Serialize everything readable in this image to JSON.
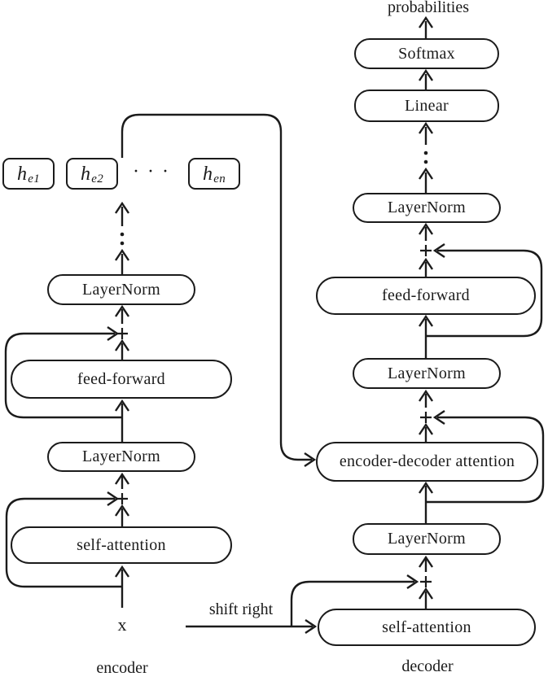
{
  "diagram": {
    "colors": {
      "stroke": "#1b1b1b",
      "background": "#ffffff"
    },
    "encoder": {
      "caption": "encoder",
      "input_label": "x",
      "blocks": [
        {
          "label": "self-attention"
        },
        {
          "label": "LayerNorm"
        },
        {
          "label": "feed-forward"
        },
        {
          "label": "LayerNorm"
        }
      ],
      "outputs": [
        {
          "base": "h",
          "sub": "e1"
        },
        {
          "base": "h",
          "sub": "e2"
        },
        {
          "base": "h",
          "sub": "en"
        }
      ],
      "outputs_ellipsis": "· · ·"
    },
    "decoder": {
      "caption": "decoder",
      "input_label": "shift right",
      "output_label": "probabilities",
      "blocks": [
        {
          "label": "self-attention"
        },
        {
          "label": "LayerNorm"
        },
        {
          "label": "encoder-decoder attention"
        },
        {
          "label": "LayerNorm"
        },
        {
          "label": "feed-forward"
        },
        {
          "label": "LayerNorm"
        },
        {
          "label": "Linear"
        },
        {
          "label": "Softmax"
        }
      ]
    }
  }
}
